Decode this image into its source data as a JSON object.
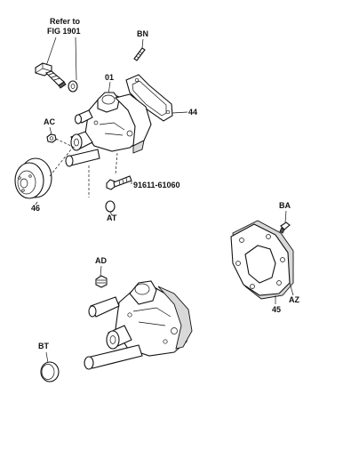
{
  "callouts": {
    "refer_to": "Refer to",
    "fig": "FIG 1901",
    "bn": "BN",
    "c01": "01",
    "c44": "44",
    "ac": "AC",
    "c46": "46",
    "part_no": "91611-61060",
    "at": "AT",
    "ba": "BA",
    "ad": "AD",
    "c45": "45",
    "az": "AZ",
    "bt": "BT"
  }
}
